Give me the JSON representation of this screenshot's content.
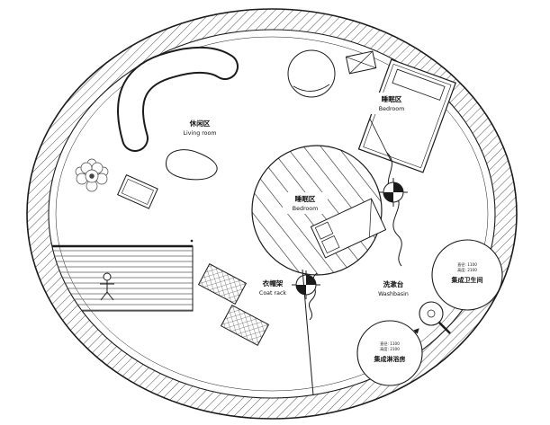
{
  "labels": {
    "living_room": {
      "zh": "休闲区",
      "en": "Living room"
    },
    "bedroom_top": {
      "zh": "睡眠区",
      "en": "Bedroom"
    },
    "bedroom_center": {
      "zh": "睡眠区",
      "en": "Bedroom"
    },
    "coat_rack": {
      "zh": "衣帽架",
      "en": "Coat rack"
    },
    "washbasin": {
      "zh": "洗漱台",
      "en": "Washbasin"
    },
    "bathroom_unit": {
      "name": "集成卫生间",
      "spec_line1": "直径: 1100",
      "spec_line2": "高度: 2100"
    },
    "shower_unit": {
      "name": "集成淋浴房",
      "spec_line1": "直径: 1100",
      "spec_line2": "高度: 2100"
    }
  },
  "icons": {
    "plant": "plant-icon",
    "person": "figure-icon",
    "ceiling_fixture": "target-icon",
    "basin": "magnifier-icon",
    "direction": "arrow-icon",
    "vent": "crossed-box-icon"
  },
  "colors": {
    "line": "#1b1b1b",
    "background": "#ffffff"
  }
}
